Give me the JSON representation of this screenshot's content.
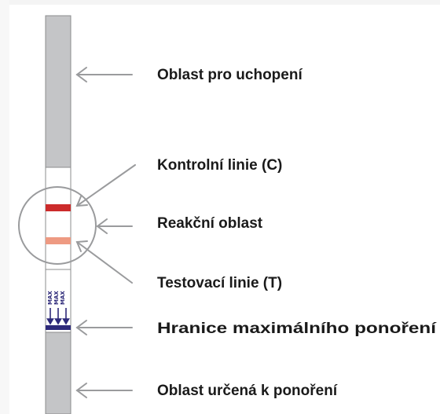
{
  "labels": {
    "grip_area": "Oblast pro uchopení",
    "control_line": "Kontrolní linie (C)",
    "reaction_area": "Reakční oblast",
    "test_line": "Testovací linie (T)",
    "max_immersion": "Hranice maximálního  ponoření",
    "immersion_area": "Oblast určená  k ponoření"
  },
  "strip_marks": {
    "max_label": "MAX",
    "max_arrow": "↓"
  },
  "colors": {
    "strip_gray": "#c4c5c7",
    "strip_border": "#8b8c8e",
    "arrow_gray": "#9a9b9d",
    "control_line": "#cc2b2b",
    "test_line": "#ee9a82",
    "max_line": "#2e2a7a",
    "text": "#1a1a1a"
  }
}
